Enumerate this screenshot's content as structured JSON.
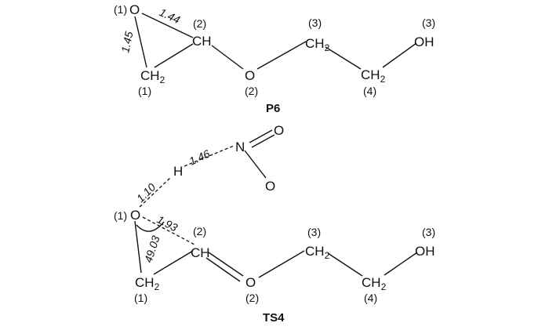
{
  "p6": {
    "caption": "P6",
    "atoms": {
      "o1": "O",
      "c2": "CH",
      "ch2": "CH",
      "ch2_sub": "2",
      "o2": "O",
      "c3": "CH",
      "c3_sub": "2",
      "c4": "CH",
      "c4_sub": "2",
      "oh": "OH"
    },
    "indices": {
      "o1": "(1)",
      "c2": "(2)",
      "c1": "(1)",
      "o2": "(2)",
      "c3": "(3)",
      "c4": "(4)",
      "oh": "(3)"
    },
    "distances": {
      "o1_c2": "1.44",
      "o1_c1": "1.45"
    }
  },
  "ts4": {
    "caption": "TS4",
    "atoms": {
      "n": "N",
      "no_top": "O",
      "no_bottom": "O",
      "h": "H",
      "o1": "O",
      "c2": "CH",
      "ch2": "CH",
      "ch2_sub": "2",
      "o2": "O",
      "c3": "CH",
      "c3_sub": "2",
      "c4": "CH",
      "c4_sub": "2",
      "oh": "OH"
    },
    "indices": {
      "o1": "(1)",
      "c2": "(2)",
      "c1": "(1)",
      "o2": "(2)",
      "c3": "(3)",
      "c4": "(4)",
      "oh": "(3)"
    },
    "distances": {
      "h_n": "1.46",
      "o_h": "1.10",
      "o_c": "1.93"
    },
    "angle": "49.03"
  }
}
